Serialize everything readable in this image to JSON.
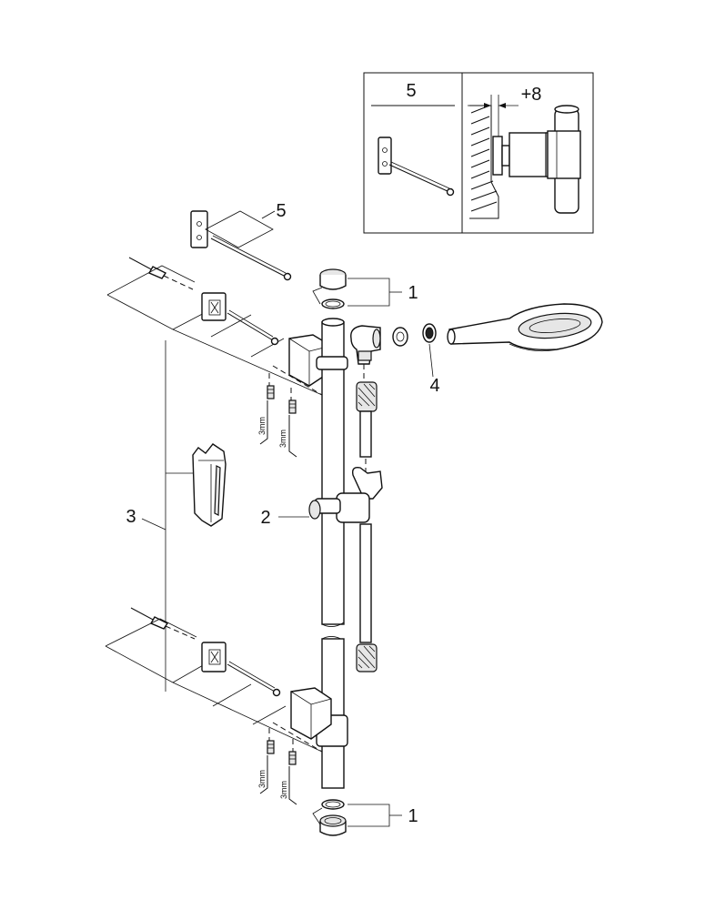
{
  "inset": {
    "left_label": "5",
    "right_label": "+8"
  },
  "callouts": {
    "label_1_top": "1",
    "label_1_bottom": "1",
    "label_2": "2",
    "label_3": "3",
    "label_4": "4",
    "label_5": "5"
  },
  "tools": {
    "key_top_left": "3mm",
    "key_top_right": "3mm",
    "key_bottom_left": "3mm",
    "key_bottom_right": "3mm"
  },
  "icons": [
    "anchor-plug-icon",
    "screw-icon",
    "spacer-block-icon",
    "wall-bracket-icon",
    "hex-key-icon",
    "grub-screw-icon",
    "end-cap-icon",
    "o-ring-icon",
    "slider-icon",
    "elbow-connector-icon",
    "washer-icon",
    "hand-shower-icon",
    "hose-icon",
    "adapter-sleeve-icon"
  ]
}
